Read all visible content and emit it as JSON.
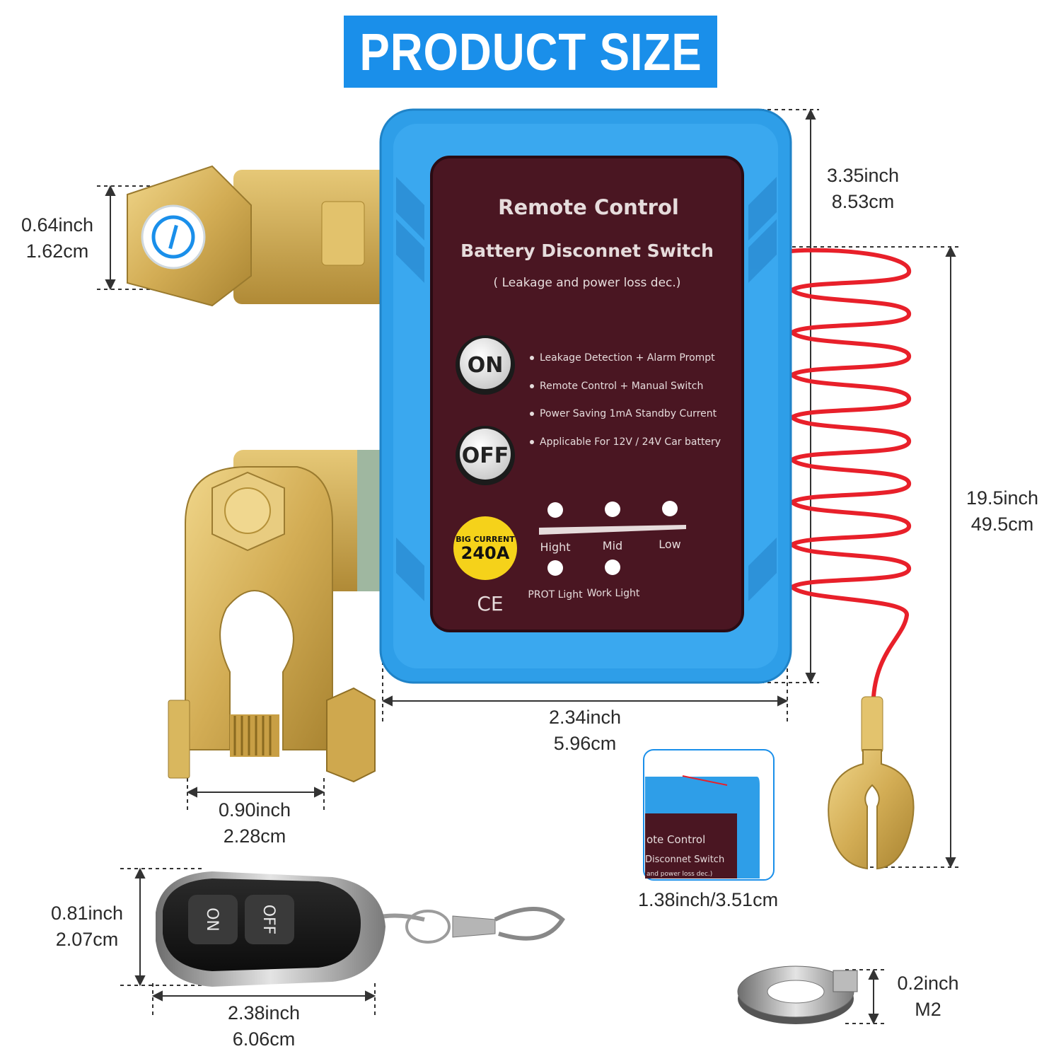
{
  "banner": {
    "title": "PRODUCT SIZE"
  },
  "device": {
    "title": "Remote Control",
    "subtitle": "Battery Disconnet Switch",
    "note": "( Leakage and power loss dec.)",
    "on_label": "ON",
    "off_label": "OFF",
    "features": [
      "Leakage Detection + Alarm Prompt",
      "Remote  Control  +  Manual  Switch",
      "Power Saving 1mA Standby Current",
      "Applicable For 12V / 24V Car battery"
    ],
    "badge_top": "BIG CURRENT",
    "badge_value": "240A",
    "levels": [
      "Hight",
      "Mid",
      "Low"
    ],
    "lights": [
      "PROT Light",
      "Work Light"
    ],
    "ce_mark": "CE"
  },
  "dimensions": {
    "terminal_height": {
      "inch": "0.64inch",
      "cm": "1.62cm"
    },
    "box_height": {
      "inch": "3.35inch",
      "cm": "8.53cm"
    },
    "cable_length": {
      "inch": "19.5inch",
      "cm": "49.5cm"
    },
    "box_width": {
      "inch": "2.34inch",
      "cm": "5.96cm"
    },
    "clamp_width": {
      "inch": "0.90inch",
      "cm": "2.28cm"
    },
    "box_depth": {
      "text": "1.38inch/3.51cm"
    },
    "remote_height": {
      "inch": "0.81inch",
      "cm": "2.07cm"
    },
    "remote_width": {
      "inch": "2.38inch",
      "cm": "6.06cm"
    },
    "washer": {
      "inch": "0.2inch",
      "size": "M2"
    }
  },
  "inset": {
    "line1": "ote Control",
    "line2": "Disconnet Switch",
    "line3": "and power loss dec.)"
  },
  "remote": {
    "on_label": "ON",
    "off_label": "OFF"
  },
  "colors": {
    "accent": "#1a8fea",
    "box_blue": "#2e9ee8",
    "panel": "#4a1622",
    "brass": "#d7b45a",
    "cable": "#e8202a"
  }
}
